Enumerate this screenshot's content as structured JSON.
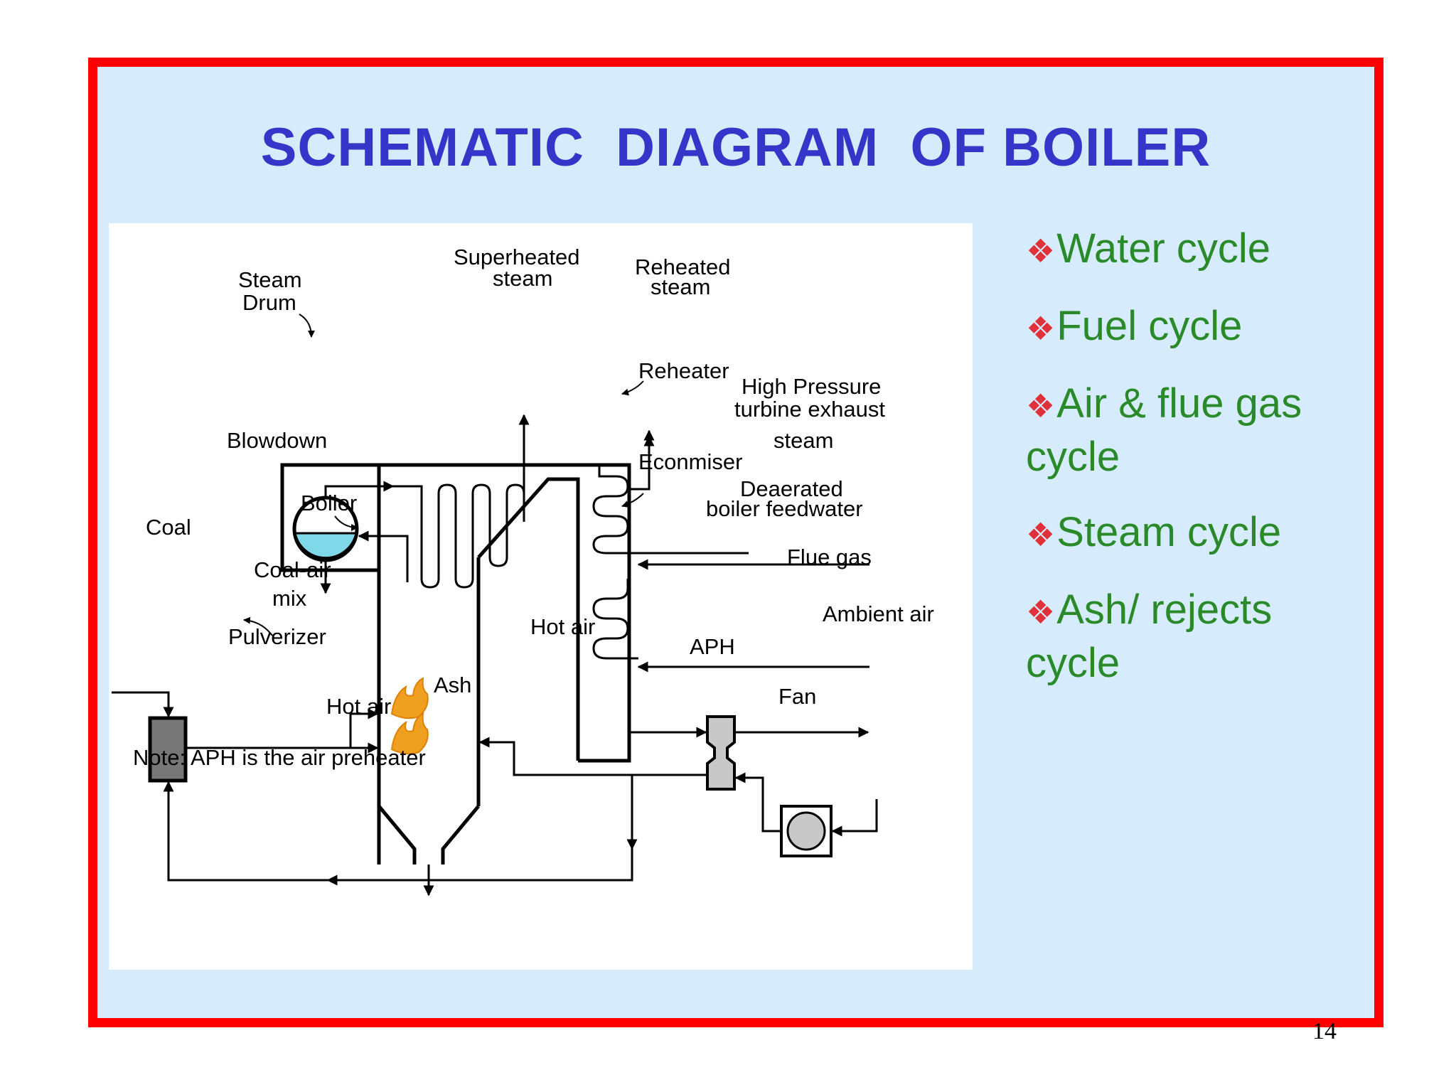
{
  "slide": {
    "title": "SCHEMATIC  DIAGRAM  OF BOILER",
    "page_number": "14",
    "colors": {
      "frame": "#ff0000",
      "background": "#d6ecfc",
      "title": "#3535c9",
      "list_text": "#2a8a2a",
      "bullet": "#e0303a",
      "drum_water": "#7fd8e8",
      "flame": "#f0a020",
      "pulverizer_fill": "#777777",
      "aph_fill": "#c8c8c8"
    }
  },
  "diagram": {
    "labels": {
      "steam_drum_1": "Steam",
      "steam_drum_2": "Drum",
      "superheated_1": "Superheated",
      "superheated_2": "steam",
      "reheated_1": "Reheated",
      "reheated_2": "steam",
      "reheater": "Reheater",
      "hp_exhaust_1": "High Pressure",
      "hp_exhaust_2": "turbine exhaust",
      "hp_exhaust_3": "steam",
      "blowdown": "Blowdown",
      "economiser": "Econmiser",
      "feedwater_1": "Deaerated",
      "feedwater_2": "boiler feedwater",
      "boiler": "Boiler",
      "coal": "Coal",
      "coal_air_1": "Coal-air",
      "coal_air_2": "mix",
      "pulverizer": "Pulverizer",
      "flue_gas": "Flue gas",
      "hot_air_top": "Hot air",
      "aph": "APH",
      "ambient_air": "Ambient air",
      "fan": "Fan",
      "ash": "Ash",
      "hot_air_bottom": "Hot air",
      "note": "Note:  APH is the air preheater"
    }
  },
  "cycles": {
    "bullet_glyph": "❖",
    "items": [
      {
        "label": "Water cycle"
      },
      {
        "label": "Fuel cycle"
      },
      {
        "label": "Air & flue gas cycle"
      },
      {
        "label": "Steam cycle"
      },
      {
        "label": "Ash/ rejects cycle"
      }
    ]
  }
}
